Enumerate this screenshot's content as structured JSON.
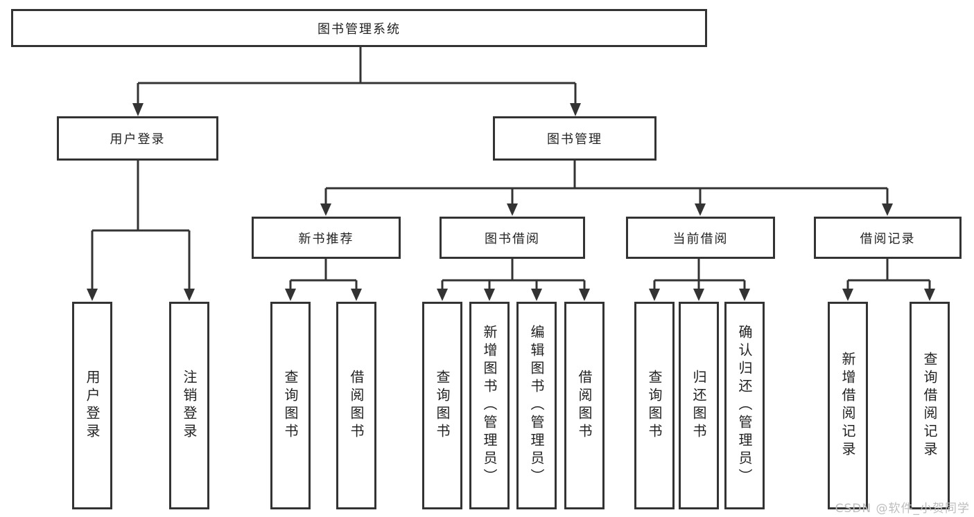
{
  "tree": {
    "root": {
      "label": "图书管理系统",
      "children": [
        {
          "label": "用户登录",
          "children": [
            {
              "label": "用户登录"
            },
            {
              "label": "注销登录"
            }
          ]
        },
        {
          "label": "图书管理",
          "children": [
            {
              "label": "新书推荐",
              "children": [
                {
                  "label": "查询图书"
                },
                {
                  "label": "借阅图书"
                }
              ]
            },
            {
              "label": "图书借阅",
              "children": [
                {
                  "label": "查询图书"
                },
                {
                  "label": "新增图书（管理员）"
                },
                {
                  "label": "编辑图书（管理员）"
                },
                {
                  "label": "借阅图书"
                }
              ]
            },
            {
              "label": "当前借阅",
              "children": [
                {
                  "label": "查询图书"
                },
                {
                  "label": "归还图书"
                },
                {
                  "label": "确认归还（管理员）"
                }
              ]
            },
            {
              "label": "借阅记录",
              "children": [
                {
                  "label": "新增借阅记录"
                },
                {
                  "label": "查询借阅记录"
                }
              ]
            }
          ]
        }
      ]
    }
  },
  "watermark": {
    "text": "CSDN @软件_小贺同学"
  },
  "colors": {
    "line": "#333333",
    "box_border": "#333333",
    "text": "#222222",
    "watermark": "#bdbdbd",
    "background": "#ffffff"
  }
}
